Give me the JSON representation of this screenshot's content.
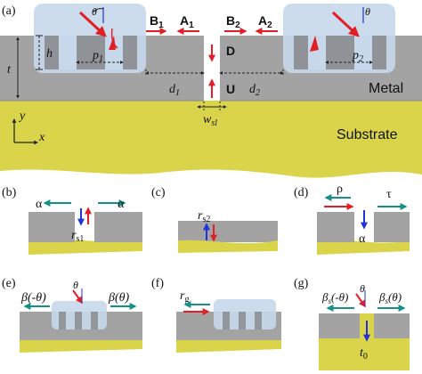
{
  "colors": {
    "metal": "#a3a3a3",
    "metal_dark": "#7d7d7d",
    "substrate": "#d9d44a",
    "coating": "#c7d8ea",
    "coating_edge": "#9cb6cf",
    "red": "#e21f26",
    "blue": "#1f33d8",
    "teal": "#148f8a"
  },
  "panel_a": {
    "label": "(a)",
    "theta": "θ",
    "h": "h",
    "t": "t",
    "p1": "p",
    "p1_sub": "1",
    "p2": "p",
    "p2_sub": "2",
    "B1": "B",
    "B1_sub": "1",
    "A1": "A",
    "A1_sub": "1",
    "B2": "B",
    "B2_sub": "2",
    "A2": "A",
    "A2_sub": "2",
    "D": "D",
    "U": "U",
    "d1": "d",
    "d1_sub": "1",
    "d2": "d",
    "d2_sub": "2",
    "wsl": "w",
    "wsl_sub": "sl",
    "metal": "Metal",
    "substrate": "Substrate",
    "y": "y",
    "x": "x"
  },
  "panel_b": {
    "label": "(b)",
    "alpha_left": "α",
    "alpha_right": "α",
    "r": "r",
    "r_sub": "s1"
  },
  "panel_c": {
    "label": "(c)",
    "r": "r",
    "r_sub": "s2"
  },
  "panel_d": {
    "label": "(d)",
    "rho": "ρ",
    "tau": "τ",
    "alpha": "α"
  },
  "panel_e": {
    "label": "(e)",
    "beta_left": "β(-θ)",
    "beta_right": "β(θ)",
    "theta": "θ"
  },
  "panel_f": {
    "label": "(f)",
    "r": "r",
    "r_sub": "g"
  },
  "panel_g": {
    "label": "(g)",
    "beta": "β",
    "beta_sub": "s",
    "left_arg": "(-θ)",
    "right_arg": "(θ)",
    "theta": "θ",
    "t": "t",
    "t_sub": "0"
  }
}
